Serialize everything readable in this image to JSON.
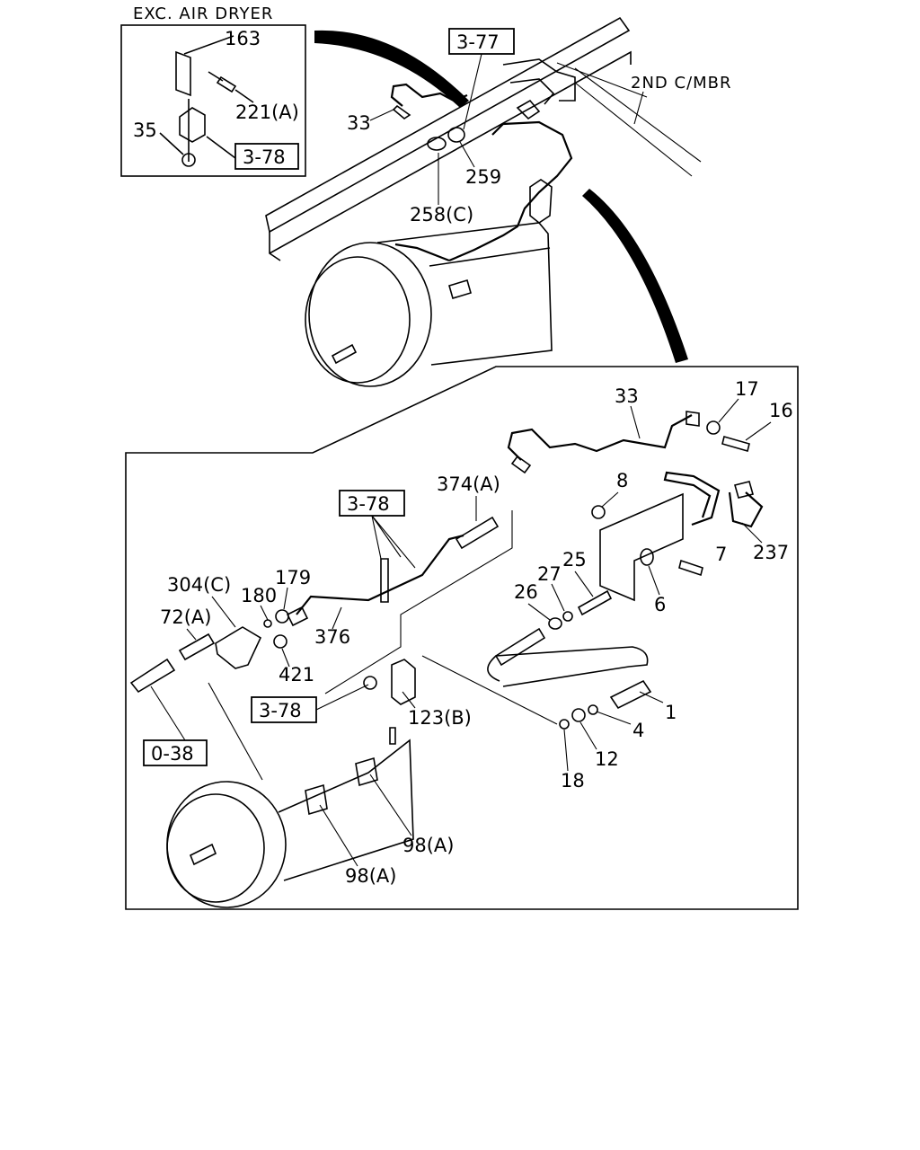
{
  "inset": {
    "title": "EXC. AIR DRYER"
  },
  "frame_label": "2ND C/MBR",
  "refs": {
    "ref_3_77": "3-77",
    "ref_3_78_inset": "3-78",
    "ref_3_78_top": "3-78",
    "ref_3_78_mid": "3-78",
    "ref_0_38": "0-38"
  },
  "callouts": {
    "c163": "163",
    "c221a": "221(A)",
    "c35": "35",
    "c33_top": "33",
    "c259": "259",
    "c258c": "258(C)",
    "c33": "33",
    "c17": "17",
    "c16": "16",
    "c8": "8",
    "c237": "237",
    "c374a": "374(A)",
    "c7": "7",
    "c25": "25",
    "c27": "27",
    "c26": "26",
    "c6": "6",
    "c304c": "304(C)",
    "c179": "179",
    "c180": "180",
    "c72a": "72(A)",
    "c376": "376",
    "c421": "421",
    "c123b": "123(B)",
    "c1": "1",
    "c4": "4",
    "c12": "12",
    "c18": "18",
    "c98a_right": "98(A)",
    "c98a_left": "98(A)"
  }
}
